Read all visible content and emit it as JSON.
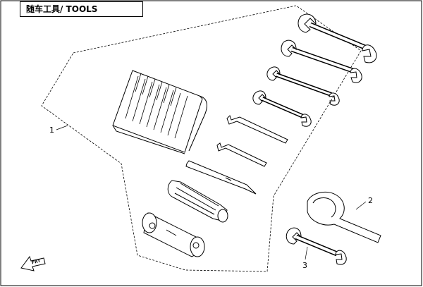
{
  "header": {
    "title": "随车工具/ TOOLS"
  },
  "callouts": {
    "c1": "1",
    "c2": "2",
    "c3": "3"
  },
  "arrow": {
    "label": "FRT"
  }
}
